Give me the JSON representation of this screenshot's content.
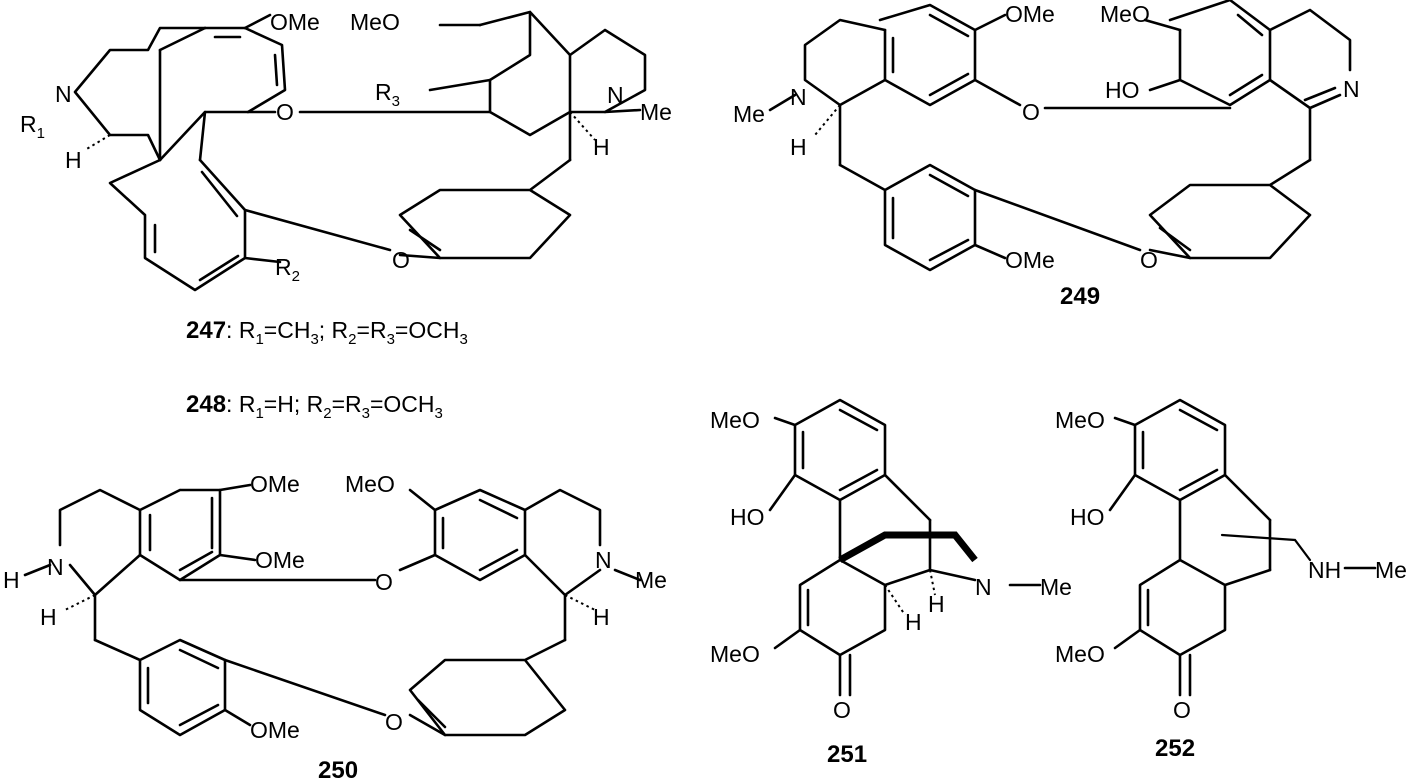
{
  "compounds": {
    "c247": {
      "id": "247",
      "caption": [
        {
          "t": ": R"
        },
        {
          "t": "1",
          "sub": true
        },
        {
          "t": "=CH"
        },
        {
          "t": "3",
          "sub": true
        },
        {
          "t": "; R"
        },
        {
          "t": "2",
          "sub": true
        },
        {
          "t": "=R"
        },
        {
          "t": "3",
          "sub": true
        },
        {
          "t": "=OCH"
        },
        {
          "t": "3",
          "sub": true
        }
      ]
    },
    "c248": {
      "id": "248",
      "caption": [
        {
          "t": ": R"
        },
        {
          "t": "1",
          "sub": true
        },
        {
          "t": "=H; R"
        },
        {
          "t": "2",
          "sub": true
        },
        {
          "t": "=R"
        },
        {
          "t": "3",
          "sub": true
        },
        {
          "t": "=OCH"
        },
        {
          "t": "3",
          "sub": true
        }
      ]
    },
    "c249": {
      "id": "249"
    },
    "c250": {
      "id": "250"
    },
    "c251": {
      "id": "251"
    },
    "c252": {
      "id": "252"
    }
  },
  "atoms": {
    "OMe": "OMe",
    "MeO": "MeO",
    "N": "N",
    "O": "O",
    "H": "H",
    "Me": "Me",
    "HO": "HO",
    "NH": "NH",
    "R1": "R",
    "R1sub": "1",
    "R2": "R",
    "R2sub": "2",
    "R3": "R",
    "R3sub": "3"
  }
}
